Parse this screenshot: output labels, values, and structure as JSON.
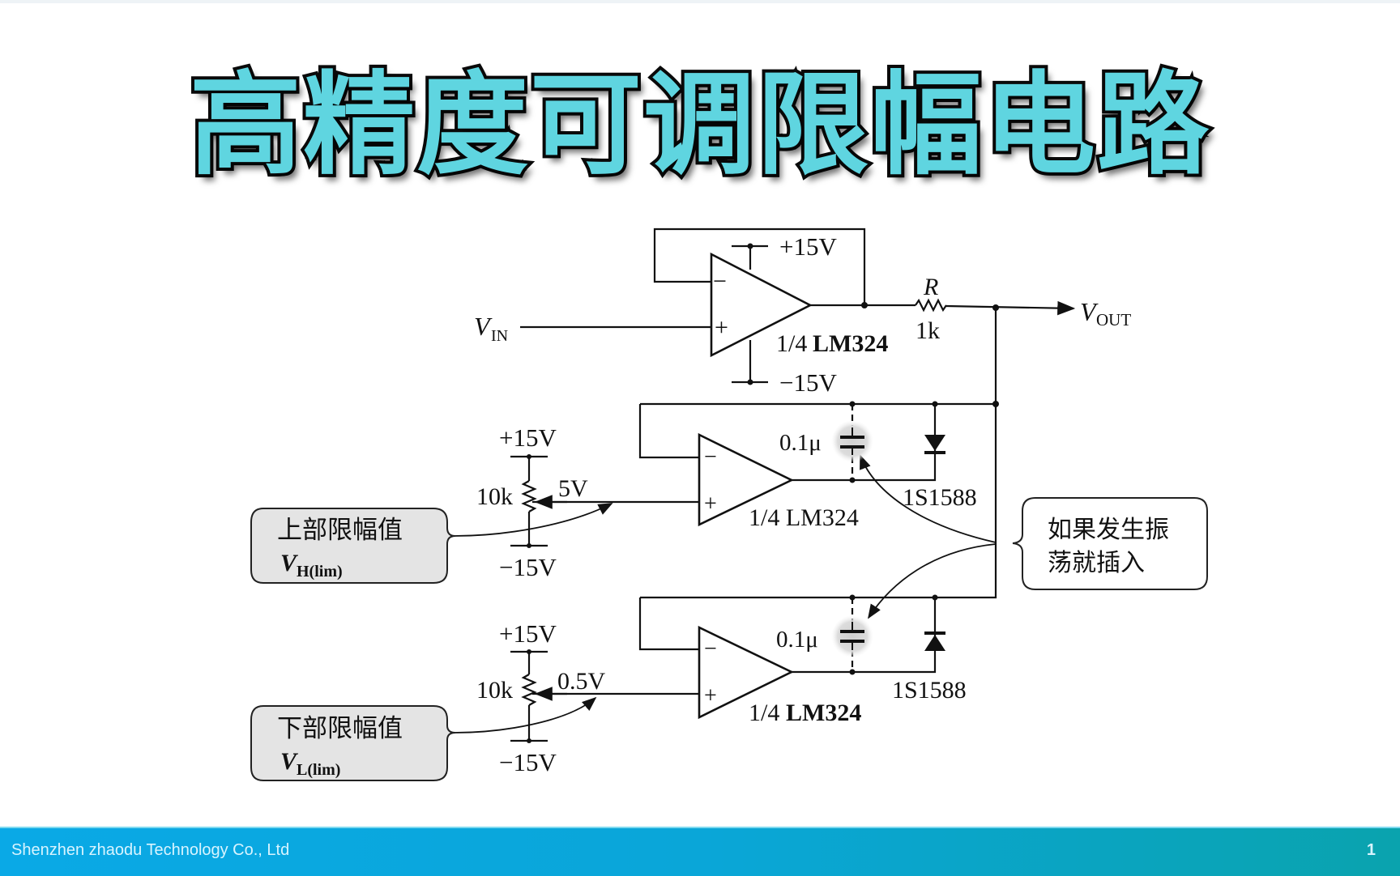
{
  "slide": {
    "title": "高精度可调限幅电路",
    "footer_company": "Shenzhen zhaodu Technology Co., Ltd",
    "page_number": "1"
  },
  "colors": {
    "title_fill": "#5fd5e0",
    "title_stroke": "#0a0a0a",
    "footer_left": "#0aa9e6",
    "footer_right": "#0aa3ae",
    "callout_fill": "#e6e6e6",
    "highlight": "#d8d8d8"
  },
  "diagram": {
    "buffer": {
      "vin_main": "V",
      "vin_sub": "IN",
      "supply_pos": "+15V",
      "supply_neg": "−15V",
      "opamp_label_frac": "1/4",
      "opamp_label_part": "LM324",
      "resistor_name": "R",
      "resistor_value": "1k",
      "vout_main": "V",
      "vout_sub": "OUT"
    },
    "upper_limiter": {
      "pot_supply_pos": "+15V",
      "pot_supply_neg": "−15V",
      "pot_value": "10k",
      "ref_voltage": "5V",
      "cap_value": "0.1μ",
      "diode": "1S1588",
      "opamp_label": "1/4 LM324",
      "callout_line1": "上部限幅值",
      "callout_main": "V",
      "callout_sub": "H(lim)"
    },
    "lower_limiter": {
      "pot_supply_pos": "+15V",
      "pot_supply_neg": "−15V",
      "pot_value": "10k",
      "ref_voltage": "0.5V",
      "cap_value": "0.1μ",
      "diode": "1S1588",
      "opamp_label_frac": "1/4",
      "opamp_label_part": "LM324",
      "callout_line1": "下部限幅值",
      "callout_main": "V",
      "callout_sub": "L(lim)"
    },
    "oscillation_note": {
      "line1": "如果发生振",
      "line2": "荡就插入"
    },
    "pin_minus": "−",
    "pin_plus": "+"
  }
}
